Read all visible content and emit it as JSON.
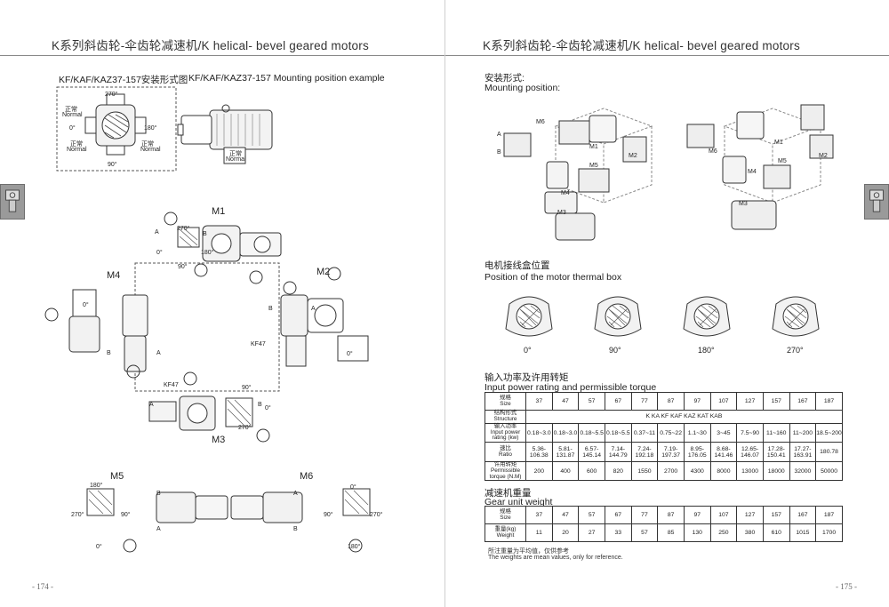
{
  "left_page": {
    "header": "K系列斜齿轮-伞齿轮减速机/K helical- bevel geared motors",
    "section_title_cn": "KF/KAF/KAZ37-157安装形式图",
    "section_title_en": "KF/KAF/KAZ37-157 Mounting position example",
    "page_number": "- 174 -",
    "example": {
      "angle_top": "270°",
      "angle_left": "0°",
      "angle_right": "180°",
      "angle_bottom": "90°",
      "normal_cn": "正常",
      "normal_en": "Normal"
    },
    "positions": {
      "m1": "M1",
      "m2": "M2",
      "m3": "M3",
      "m4": "M4",
      "m5": "M5",
      "m6": "M6",
      "a": "A",
      "b": "B",
      "kf47": "KF47",
      "deg0": "0°",
      "deg90": "90°",
      "deg180": "180°",
      "deg270": "270°"
    }
  },
  "right_page": {
    "header": "K系列斜齿轮-伞齿轮减速机/K helical- bevel geared motors",
    "page_number": "- 175 -",
    "mounting_cn": "安装形式:",
    "mounting_en": "Mounting position:",
    "thermal_cn": "电机接线盒位置",
    "thermal_en": "Position of the motor thermal box",
    "thermal_angles": [
      "0°",
      "90°",
      "180°",
      "270°"
    ],
    "power_cn": "输入功率及许用转矩",
    "power_en": "Input power rating and permissible torque",
    "weight_cn": "减速机重量",
    "weight_en": "Gear unit weight",
    "weight_note_cn": "所注重量为平均值，仅供参考",
    "weight_note_en": "The weights are mean values, only for reference.",
    "labels": {
      "a": "A",
      "b": "B",
      "m1": "M1",
      "m2": "M2",
      "m3": "M3",
      "m4": "M4",
      "m5": "M5",
      "m6": "M6"
    },
    "power_table": {
      "size_label_cn": "规格",
      "size_label_en": "Size",
      "sizes": [
        "37",
        "47",
        "57",
        "67",
        "77",
        "87",
        "97",
        "107",
        "127",
        "157",
        "167",
        "187"
      ],
      "structure_label_cn": "结构形式",
      "structure_label_en": "Structure",
      "structure_value": "K    KA    KF    KAF    KAZ    KAT    KAB",
      "power_label_cn": "输入功率",
      "power_label_en": "Input power rating (kw)",
      "power": [
        "0.18~3.0",
        "0.18~3.0",
        "0.18~5.5",
        "0.18~5.5",
        "0.37~11",
        "0.75~22",
        "1.1~30",
        "3~45",
        "7.5~90",
        "11~160",
        "11~200",
        "18.5~200"
      ],
      "ratio_label_cn": "速比",
      "ratio_label_en": "Ratio",
      "ratio_top": [
        "5.36-",
        "5.81-",
        "6.57-",
        "7.14-",
        "7.24-",
        "7.19-",
        "8.95-",
        "8.68-",
        "12.65-",
        "17.28-",
        "17.27-"
      ],
      "ratio_bottom": [
        "106.38",
        "131.87",
        "145.14",
        "144.79",
        "192.18",
        "197.37",
        "176.05",
        "141.46",
        "146.07",
        "150.41",
        "163.91",
        "180.78"
      ],
      "torque_label_cn": "许用转矩",
      "torque_label_en": "Permissible torque (N.M)",
      "torque": [
        "200",
        "400",
        "600",
        "820",
        "1550",
        "2700",
        "4300",
        "8000",
        "13000",
        "18000",
        "32000",
        "50000"
      ]
    },
    "weight_table": {
      "size_label_cn": "规格",
      "size_label_en": "Size",
      "sizes": [
        "37",
        "47",
        "57",
        "67",
        "77",
        "87",
        "97",
        "107",
        "127",
        "157",
        "167",
        "187"
      ],
      "weight_label_cn": "重量(kg)",
      "weight_label_en": "Weight",
      "weights": [
        "11",
        "20",
        "27",
        "33",
        "57",
        "85",
        "130",
        "250",
        "380",
        "610",
        "1015",
        "1700"
      ]
    }
  }
}
